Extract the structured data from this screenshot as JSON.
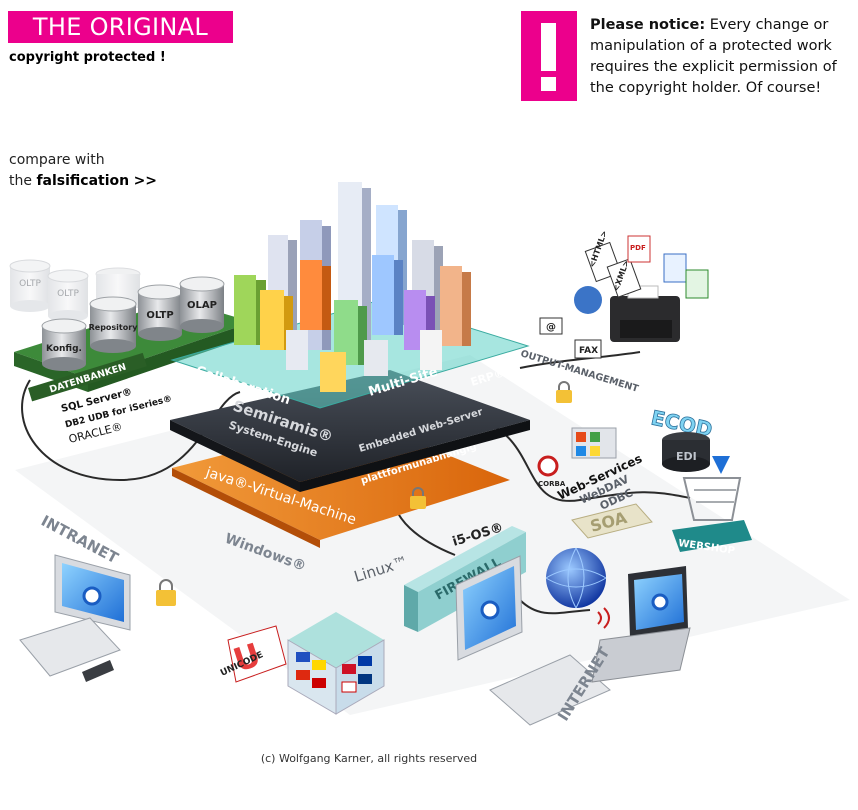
{
  "header": {
    "badge_title": "THE ORIGINAL",
    "badge_subtitle": "copyright protected !",
    "notice_label": "Please notice:",
    "notice_text": "Every change or manipulation of a protected work requires the explicit permission of the copyright holder. Of course!"
  },
  "compare": {
    "line1": "compare with",
    "line2_prefix": "the",
    "link": "falsification",
    "arrows": ">>"
  },
  "databases": {
    "title": "DATENBANKEN",
    "cylinders": [
      "Konfig.",
      "Repository",
      "OLTP",
      "OLAP"
    ],
    "ghost_cylinders": [
      "OLTP",
      "OLTP"
    ],
    "products": [
      "SQL Server®",
      "DB2 UDB for iSeries®",
      "ORACLE®"
    ]
  },
  "platform": {
    "top_left": "Collaboration",
    "top_mid": "Multi-Site",
    "top_right": "ERP®",
    "engine_title": "Semiramis®",
    "engine_sub": "System-Engine",
    "web_server": "Embedded Web-Server",
    "java": "java®-Virtual-Machine",
    "independent": "plattformunabhängig",
    "os_windows": "Windows®",
    "os_linux": "Linux™",
    "os_i5": "i5-OS®"
  },
  "output": {
    "label": "OUTPUT-MANAGEMENT",
    "docs": [
      "<HTML>",
      "<XML>",
      "PDF",
      "FAX",
      "@"
    ]
  },
  "services": {
    "ecod": "ECOD",
    "edi": "EDI",
    "webservices": "Web-Services",
    "webdav": "WebDAV",
    "odbc": "ODBC",
    "soa": "SOA",
    "corba": "CORBA",
    "webshop": "WEBSHOP"
  },
  "network": {
    "intranet": "INTRANET",
    "internet": "INTERNET",
    "firewall": "FIREWALL",
    "unicode": "UNICODE"
  },
  "footer": {
    "copyright": "(c) Wolfgang Karner, all rights reserved"
  },
  "colors": {
    "brand_pink": "#ec008c",
    "slab_dark": "#2b2f37",
    "java_orange": "#ec7a16",
    "glass_teal": "#5fd2c6",
    "firewall": "#8fcfcf"
  }
}
